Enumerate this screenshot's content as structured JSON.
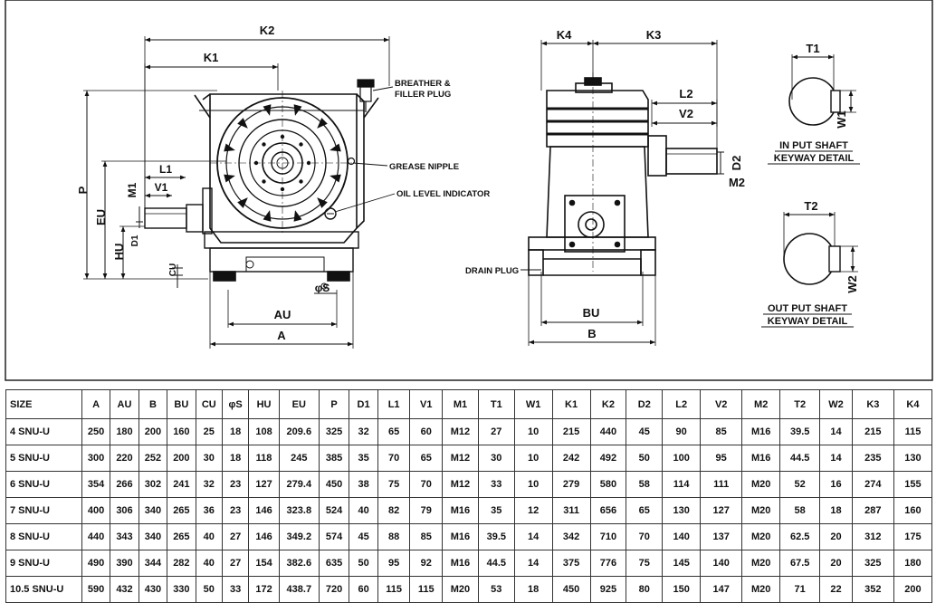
{
  "drawing": {
    "dims": {
      "K2": "K2",
      "K1": "K1",
      "P": "P",
      "EU": "EU",
      "HU": "HU",
      "M1": "M1",
      "L1": "L1",
      "V1": "V1",
      "D1": "D1",
      "CU": "CU",
      "S": "φS",
      "AU": "AU",
      "A": "A",
      "K4": "K4",
      "K3": "K3",
      "L2": "L2",
      "V2": "V2",
      "D2": "D2",
      "M2": "M2",
      "BU": "BU",
      "B": "B",
      "T1": "T1",
      "W1": "W1",
      "T2": "T2",
      "W2": "W2"
    },
    "notes": {
      "breather_1": "BREATHER &",
      "breather_2": "FILLER PLUG",
      "grease": "GREASE NIPPLE",
      "oil": "OIL LEVEL INDICATOR",
      "drain": "DRAIN PLUG",
      "input_1": "IN PUT SHAFT",
      "input_2": "KEYWAY DETAIL",
      "output_1": "OUT PUT SHAFT",
      "output_2": "KEYWAY DETAIL"
    }
  },
  "table": {
    "headers": [
      "SIZE",
      "A",
      "AU",
      "B",
      "BU",
      "CU",
      "φS",
      "HU",
      "EU",
      "P",
      "D1",
      "L1",
      "V1",
      "M1",
      "T1",
      "W1",
      "K1",
      "K2",
      "D2",
      "L2",
      "V2",
      "M2",
      "T2",
      "W2",
      "K3",
      "K4"
    ],
    "rows": [
      [
        "4 SNU-U",
        "250",
        "180",
        "200",
        "160",
        "25",
        "18",
        "108",
        "209.6",
        "325",
        "32",
        "65",
        "60",
        "M12",
        "27",
        "10",
        "215",
        "440",
        "45",
        "90",
        "85",
        "M16",
        "39.5",
        "14",
        "215",
        "115"
      ],
      [
        "5 SNU-U",
        "300",
        "220",
        "252",
        "200",
        "30",
        "18",
        "118",
        "245",
        "385",
        "35",
        "70",
        "65",
        "M12",
        "30",
        "10",
        "242",
        "492",
        "50",
        "100",
        "95",
        "M16",
        "44.5",
        "14",
        "235",
        "130"
      ],
      [
        "6 SNU-U",
        "354",
        "266",
        "302",
        "241",
        "32",
        "23",
        "127",
        "279.4",
        "450",
        "38",
        "75",
        "70",
        "M12",
        "33",
        "10",
        "279",
        "580",
        "58",
        "114",
        "111",
        "M20",
        "52",
        "16",
        "274",
        "155"
      ],
      [
        "7 SNU-U",
        "400",
        "306",
        "340",
        "265",
        "36",
        "23",
        "146",
        "323.8",
        "524",
        "40",
        "82",
        "79",
        "M16",
        "35",
        "12",
        "311",
        "656",
        "65",
        "130",
        "127",
        "M20",
        "58",
        "18",
        "287",
        "160"
      ],
      [
        "8 SNU-U",
        "440",
        "343",
        "340",
        "265",
        "40",
        "27",
        "146",
        "349.2",
        "574",
        "45",
        "88",
        "85",
        "M16",
        "39.5",
        "14",
        "342",
        "710",
        "70",
        "140",
        "137",
        "M20",
        "62.5",
        "20",
        "312",
        "175"
      ],
      [
        "9 SNU-U",
        "490",
        "390",
        "344",
        "282",
        "40",
        "27",
        "154",
        "382.6",
        "635",
        "50",
        "95",
        "92",
        "M16",
        "44.5",
        "14",
        "375",
        "776",
        "75",
        "145",
        "140",
        "M20",
        "67.5",
        "20",
        "325",
        "180"
      ],
      [
        "10.5 SNU-U",
        "590",
        "432",
        "430",
        "330",
        "50",
        "33",
        "172",
        "438.7",
        "720",
        "60",
        "115",
        "115",
        "M20",
        "53",
        "18",
        "450",
        "925",
        "80",
        "150",
        "147",
        "M20",
        "71",
        "22",
        "352",
        "200"
      ]
    ]
  }
}
